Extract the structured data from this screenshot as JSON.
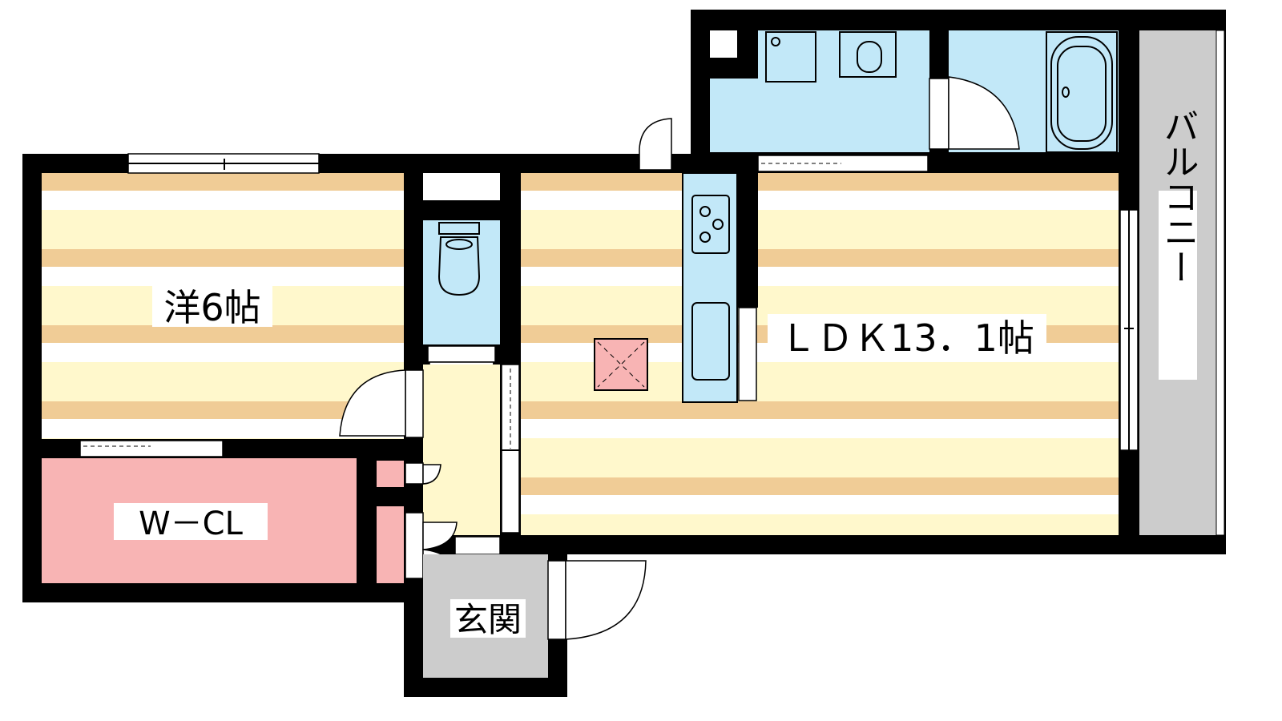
{
  "floorplan": {
    "rooms": {
      "western": {
        "label": "洋6帖"
      },
      "closet": {
        "label": "W－CL"
      },
      "ldk": {
        "label": "ＬＤＫ13．1帖"
      },
      "entrance": {
        "label": "玄関"
      },
      "balcony": {
        "label": "バルコニー"
      }
    },
    "colors": {
      "wall": "#000000",
      "floor_stripe_tan": "#f0cc96",
      "floor_stripe_yellow": "#fff8cc",
      "wet_area": "#c2e8f8",
      "closet": "#f8b4b4",
      "entrance": "#cccccc",
      "balcony": "#cccccc"
    }
  }
}
